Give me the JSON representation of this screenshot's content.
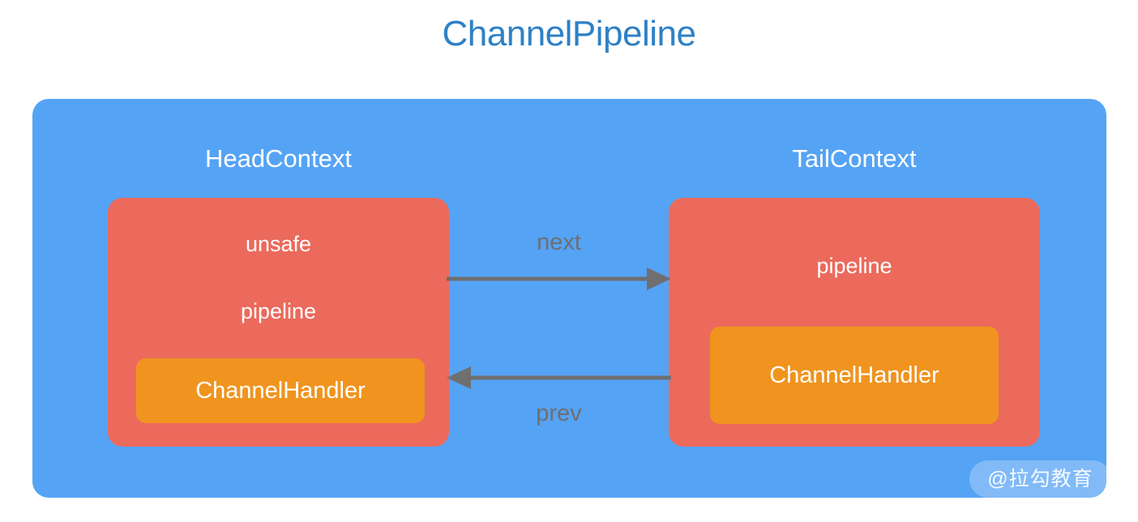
{
  "title": "ChannelPipeline",
  "colors": {
    "title_blue": "#2E81C6",
    "panel_blue": "#55A3F5",
    "context_red": "#EB6A5C",
    "handler_orange": "#F0941F",
    "arrow_gray": "#6F6F70",
    "text_white": "#FFFFFF",
    "background": "#FFFFFF"
  },
  "pipeline": {
    "contexts": [
      {
        "name": "head",
        "label": "HeadContext",
        "fields": [
          "unsafe",
          "pipeline"
        ],
        "handler": "ChannelHandler"
      },
      {
        "name": "tail",
        "label": "TailContext",
        "fields": [
          "pipeline"
        ],
        "handler": "ChannelHandler"
      }
    ],
    "links": [
      {
        "name": "next",
        "label": "next",
        "direction": "right",
        "from": "HeadContext",
        "to": "TailContext"
      },
      {
        "name": "prev",
        "label": "prev",
        "direction": "left",
        "from": "TailContext",
        "to": "HeadContext"
      }
    ]
  },
  "watermark": {
    "text": "@拉勾教育"
  }
}
